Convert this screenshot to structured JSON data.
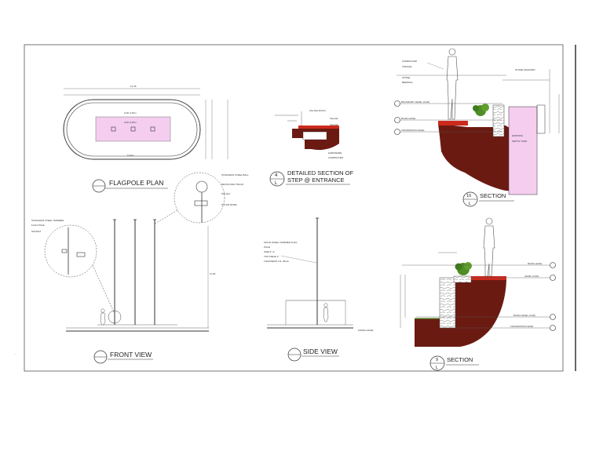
{
  "colors": {
    "soil": "#6b1a12",
    "pink_fill": "#f4cdef",
    "red_band": "#cc2a1c",
    "line": "#333333",
    "shrub": "#4f8e24"
  },
  "titles": {
    "flagpole_plan": "FLAGPOLE PLAN",
    "front_view": "FRONT VIEW",
    "side_view": "SIDE VIEW",
    "detailed_section_1": "DETAILED SECTION OF",
    "detailed_section_2": "STEP @ ENTRANCE",
    "section_10": "SECTION",
    "section_9": "SECTION"
  },
  "bubbles": {
    "detail_top": "4",
    "detail_bottom": "L",
    "section10_top": "10",
    "section10_bottom": "L",
    "section9_top": "9",
    "section9_bottom": "L"
  },
  "section10": {
    "labels": {
      "boundary_level": "BOUNDARY LEVEL (CAD)",
      "road_level": "ROAD LEVEL",
      "foundation_level": "FOUNDATION LEVEL",
      "existing_tank_1": "EXISTING",
      "existing_tank_2": "SEPTIC TANK"
    }
  },
  "section9": {
    "labels": {
      "road_level": "ROAD LEVEL",
      "level": "LEVEL (CAD)",
      "road_level_cad": "ROAD LEVEL (CAD)",
      "foundation_level": "FOUNDATION LEVEL"
    }
  }
}
